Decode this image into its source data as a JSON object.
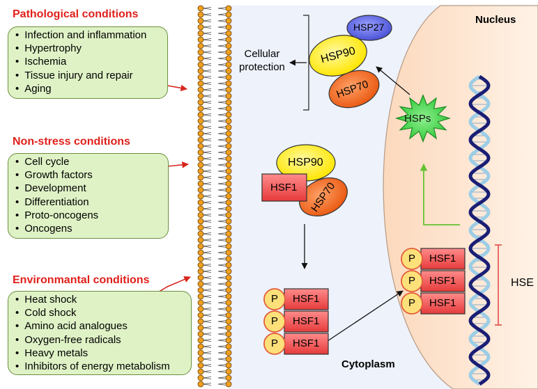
{
  "panels": [
    {
      "heading": "Pathological conditions",
      "items": [
        "Infection and inflammation",
        "Hypertrophy",
        "Ischemia",
        "Tissue injury and repair",
        "Aging"
      ]
    },
    {
      "heading": "Non-stress conditions",
      "items": [
        "Cell cycle",
        "Growth factors",
        "Development",
        "Differentiation",
        "Proto-oncogens",
        "Oncogens"
      ]
    },
    {
      "heading": "Environmantal conditions",
      "items": [
        "Heat shock",
        "Cold shock",
        "Amino acid analogues",
        "Oxygen-free radicals",
        "Heavy metals",
        "Inhibitors of energy metabolism"
      ]
    }
  ],
  "labels": {
    "nucleus": "Nucleus",
    "cytoplasm": "Cytoplasm",
    "cellular_protection": "Cellular\nprotection",
    "hse": "HSE",
    "hsps": "HSPs",
    "hsp27": "HSP27",
    "hsp90": "HSP90",
    "hsp70": "HSP70",
    "hsf1": "HSF1",
    "phospho": "P"
  },
  "colors": {
    "heading": "#e0201b",
    "condition_box": "#dff2c6",
    "cytoplasm": "#eef2fb",
    "nucleus": "#fde3cf",
    "hsf1": "#f45a5a",
    "hsp90": "#ffef1a",
    "hsp70": "#f36a22",
    "hsp27": "#5a63e0",
    "hsps_star": "#3bd640",
    "phospho": "#fde07a",
    "dna_dark": "#1a1e74",
    "dna_light": "#9ccde6",
    "lipid_head": "#f0a020"
  }
}
